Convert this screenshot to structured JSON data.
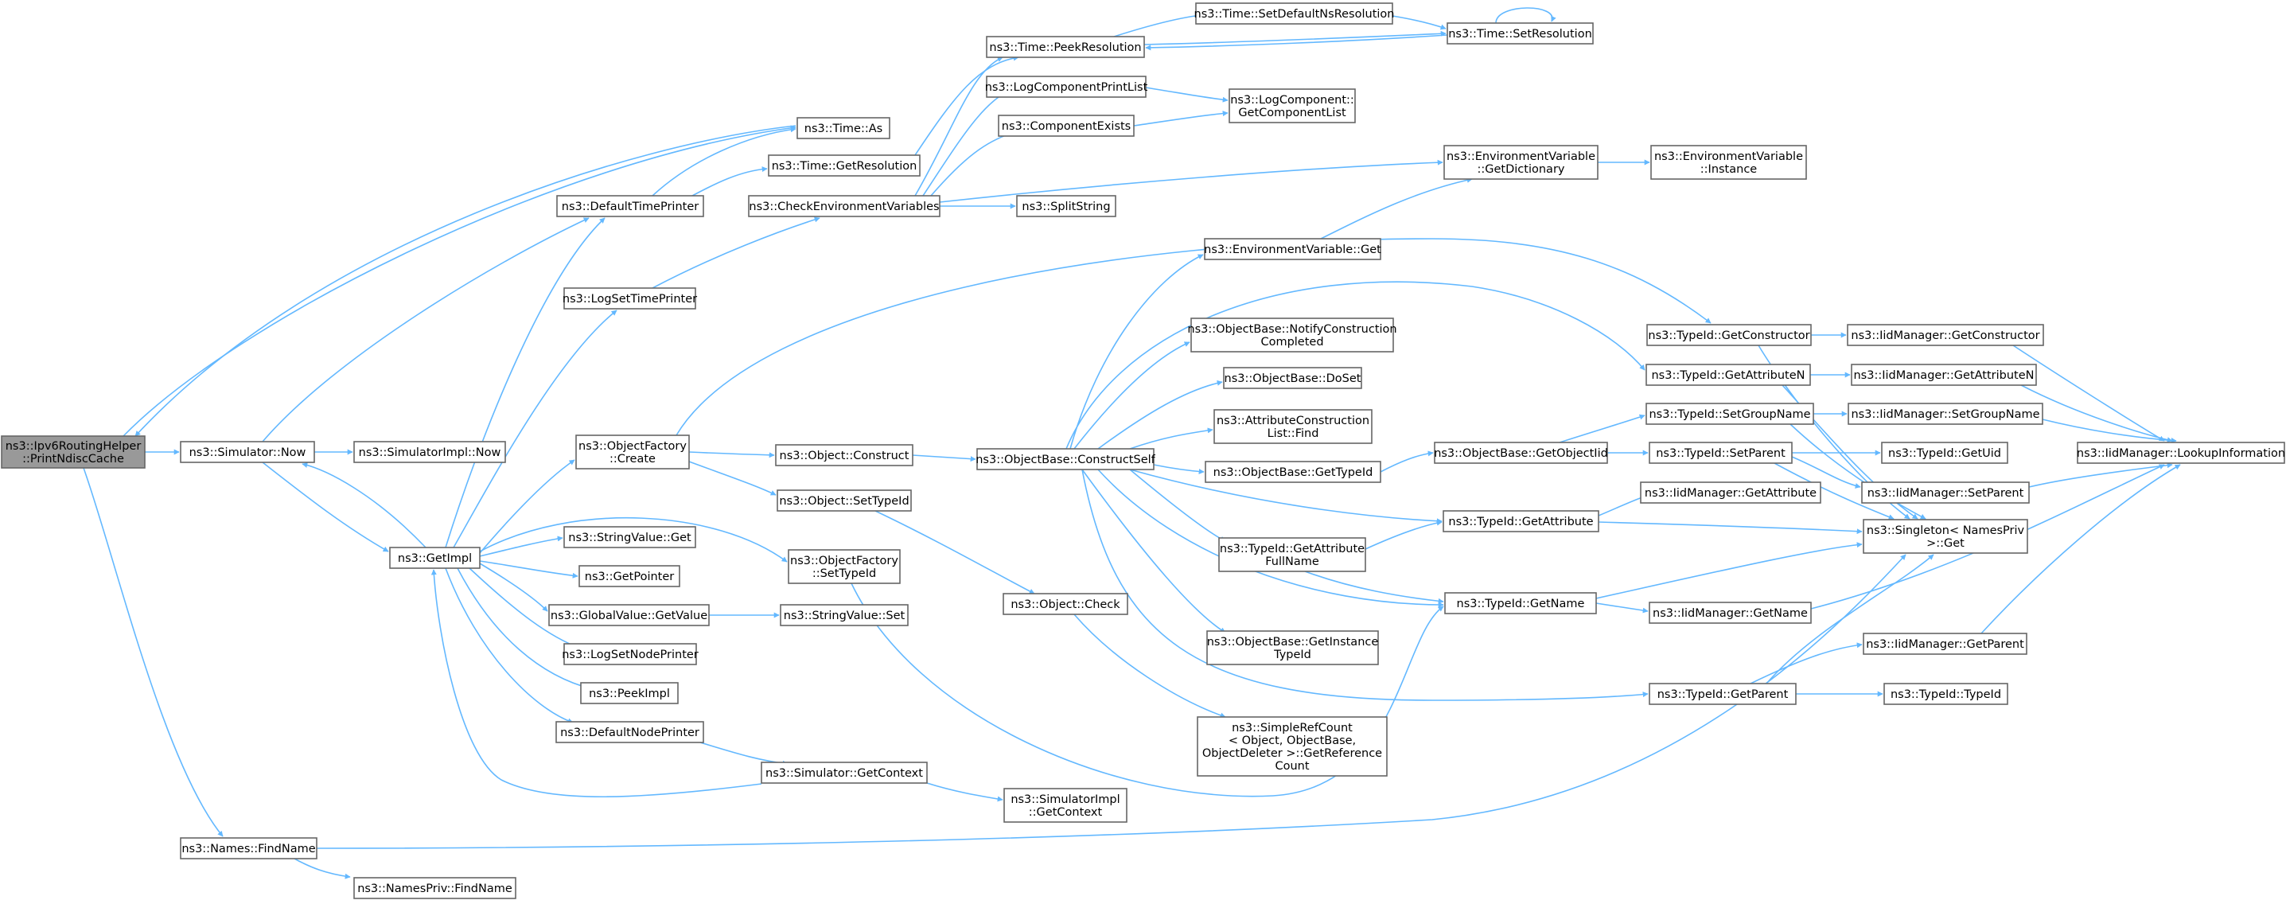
{
  "diagram": {
    "title": "",
    "edge_color": "#63b8ff",
    "node_border_color": "#666666",
    "root_fill_color": "#999999",
    "nodes": [
      {
        "id": "root",
        "lines": [
          "ns3::Ipv6RoutingHelper",
          "::PrintNdiscCache"
        ]
      },
      {
        "id": "simNow",
        "lines": [
          "ns3::Simulator::Now"
        ]
      },
      {
        "id": "namesFind",
        "lines": [
          "ns3::Names::FindName"
        ]
      },
      {
        "id": "timeAs",
        "lines": [
          "ns3::Time::As"
        ]
      },
      {
        "id": "simImplNow",
        "lines": [
          "ns3::SimulatorImpl::Now"
        ]
      },
      {
        "id": "getImpl",
        "lines": [
          "ns3::GetImpl"
        ]
      },
      {
        "id": "namesPrivFind",
        "lines": [
          "ns3::NamesPriv::FindName"
        ]
      },
      {
        "id": "defTimePrinter",
        "lines": [
          "ns3::DefaultTimePrinter"
        ]
      },
      {
        "id": "logSetTimePrinter",
        "lines": [
          "ns3::LogSetTimePrinter"
        ]
      },
      {
        "id": "objFactCreate",
        "lines": [
          "ns3::ObjectFactory",
          "::Create"
        ]
      },
      {
        "id": "strValGet",
        "lines": [
          "ns3::StringValue::Get"
        ]
      },
      {
        "id": "getPointer",
        "lines": [
          "ns3::GetPointer"
        ]
      },
      {
        "id": "globalGetValue",
        "lines": [
          "ns3::GlobalValue::GetValue"
        ]
      },
      {
        "id": "logSetNodePrinter",
        "lines": [
          "ns3::LogSetNodePrinter"
        ]
      },
      {
        "id": "peekImpl",
        "lines": [
          "ns3::PeekImpl"
        ]
      },
      {
        "id": "defNodePrinter",
        "lines": [
          "ns3::DefaultNodePrinter"
        ]
      },
      {
        "id": "timeGetRes",
        "lines": [
          "ns3::Time::GetResolution"
        ]
      },
      {
        "id": "checkEnvVars",
        "lines": [
          "ns3::CheckEnvironmentVariables"
        ]
      },
      {
        "id": "objConstruct",
        "lines": [
          "ns3::Object::Construct"
        ]
      },
      {
        "id": "objSetTypeId",
        "lines": [
          "ns3::Object::SetTypeId"
        ]
      },
      {
        "id": "objFactSetTypeId",
        "lines": [
          "ns3::ObjectFactory",
          "::SetTypeId"
        ]
      },
      {
        "id": "strValSet",
        "lines": [
          "ns3::StringValue::Set"
        ]
      },
      {
        "id": "simGetContext",
        "lines": [
          "ns3::Simulator::GetContext"
        ]
      },
      {
        "id": "timePeekRes",
        "lines": [
          "ns3::Time::PeekResolution"
        ]
      },
      {
        "id": "logCompPrintList",
        "lines": [
          "ns3::LogComponentPrintList"
        ]
      },
      {
        "id": "compExists",
        "lines": [
          "ns3::ComponentExists"
        ]
      },
      {
        "id": "splitString",
        "lines": [
          "ns3::SplitString"
        ]
      },
      {
        "id": "objBaseConstructSelf",
        "lines": [
          "ns3::ObjectBase::ConstructSelf"
        ]
      },
      {
        "id": "objCheck",
        "lines": [
          "ns3::Object::Check"
        ]
      },
      {
        "id": "simImplGetContext",
        "lines": [
          "ns3::SimulatorImpl",
          "::GetContext"
        ]
      },
      {
        "id": "timeSetDefNs",
        "lines": [
          "ns3::Time::SetDefaultNsResolution"
        ]
      },
      {
        "id": "logCompGetList",
        "lines": [
          "ns3::LogComponent::",
          "GetComponentList"
        ]
      },
      {
        "id": "envVarGet",
        "lines": [
          "ns3::EnvironmentVariable::Get"
        ]
      },
      {
        "id": "objBaseNotify",
        "lines": [
          "ns3::ObjectBase::NotifyConstruction",
          "Completed"
        ]
      },
      {
        "id": "objBaseDoSet",
        "lines": [
          "ns3::ObjectBase::DoSet"
        ]
      },
      {
        "id": "attrConsFind",
        "lines": [
          "ns3::AttributeConstruction",
          "List::Find"
        ]
      },
      {
        "id": "objBaseGetTypeId",
        "lines": [
          "ns3::ObjectBase::GetTypeId"
        ]
      },
      {
        "id": "typeIdGetAttrFull",
        "lines": [
          "ns3::TypeId::GetAttribute",
          "FullName"
        ]
      },
      {
        "id": "objBaseGetInstTypeId",
        "lines": [
          "ns3::ObjectBase::GetInstance",
          "TypeId"
        ]
      },
      {
        "id": "simpleRefCount",
        "lines": [
          "ns3::SimpleRefCount",
          "< Object, ObjectBase,",
          "ObjectDeleter >::GetReference",
          "Count"
        ]
      },
      {
        "id": "timeSetRes",
        "lines": [
          "ns3::Time::SetResolution"
        ]
      },
      {
        "id": "envVarGetDict",
        "lines": [
          "ns3::EnvironmentVariable",
          "::GetDictionary"
        ]
      },
      {
        "id": "objBaseGetObjIid",
        "lines": [
          "ns3::ObjectBase::GetObjectIid"
        ]
      },
      {
        "id": "typeIdGetAttr",
        "lines": [
          "ns3::TypeId::GetAttribute"
        ]
      },
      {
        "id": "typeIdGetName",
        "lines": [
          "ns3::TypeId::GetName"
        ]
      },
      {
        "id": "envVarInstance",
        "lines": [
          "ns3::EnvironmentVariable",
          "::Instance"
        ]
      },
      {
        "id": "typeIdGetCtor",
        "lines": [
          "ns3::TypeId::GetConstructor"
        ]
      },
      {
        "id": "typeIdGetAttrN",
        "lines": [
          "ns3::TypeId::GetAttributeN"
        ]
      },
      {
        "id": "typeIdSetGroupName",
        "lines": [
          "ns3::TypeId::SetGroupName"
        ]
      },
      {
        "id": "typeIdSetParent",
        "lines": [
          "ns3::TypeId::SetParent"
        ]
      },
      {
        "id": "iidGetAttr",
        "lines": [
          "ns3::IidManager::GetAttribute"
        ]
      },
      {
        "id": "iidGetName",
        "lines": [
          "ns3::IidManager::GetName"
        ]
      },
      {
        "id": "typeIdGetParent",
        "lines": [
          "ns3::TypeId::GetParent"
        ]
      },
      {
        "id": "iidGetCtor",
        "lines": [
          "ns3::IidManager::GetConstructor"
        ]
      },
      {
        "id": "iidGetAttrN",
        "lines": [
          "ns3::IidManager::GetAttributeN"
        ]
      },
      {
        "id": "iidSetGroupName",
        "lines": [
          "ns3::IidManager::SetGroupName"
        ]
      },
      {
        "id": "typeIdGetUid",
        "lines": [
          "ns3::TypeId::GetUid"
        ]
      },
      {
        "id": "iidSetParent",
        "lines": [
          "ns3::IidManager::SetParent"
        ]
      },
      {
        "id": "singletonGet",
        "lines": [
          "ns3::Singleton< NamesPriv",
          " >::Get"
        ]
      },
      {
        "id": "iidGetParent",
        "lines": [
          "ns3::IidManager::GetParent"
        ]
      },
      {
        "id": "typeIdTypeId",
        "lines": [
          "ns3::TypeId::TypeId"
        ]
      },
      {
        "id": "iidLookupInfo",
        "lines": [
          "ns3::IidManager::LookupInformation"
        ]
      }
    ]
  }
}
